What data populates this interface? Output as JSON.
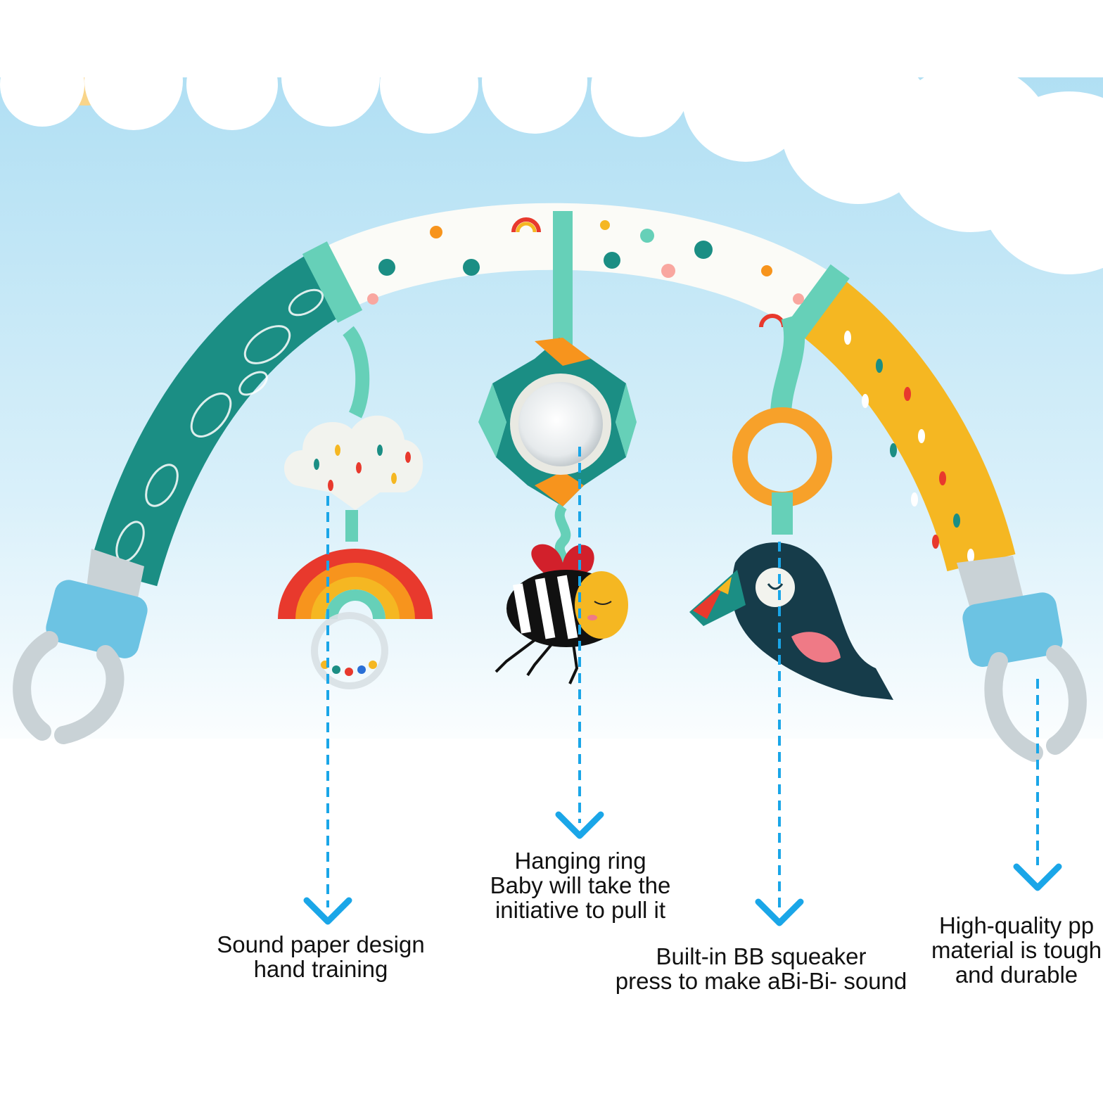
{
  "callouts": [
    {
      "id": "sound-paper",
      "lines": [
        "Sound paper design",
        "hand training"
      ]
    },
    {
      "id": "hanging-ring",
      "lines": [
        "Hanging ring",
        "Baby will take the",
        "initiative to pull it"
      ]
    },
    {
      "id": "bb-squeaker",
      "lines": [
        "Built-in BB squeaker",
        "press to make aBi-Bi- sound"
      ]
    },
    {
      "id": "pp-material",
      "lines": [
        "High-quality pp",
        "material is tough",
        "and durable"
      ]
    }
  ],
  "colors": {
    "sky_top": "#bfe6f5",
    "sky_bottom": "#ffffff",
    "cloud": "#ffffff",
    "teal": "#1b8e84",
    "mint": "#66d0b8",
    "yellow": "#f5b722",
    "orange": "#f7941d",
    "red": "#e8392d",
    "navy": "#163c4a",
    "pink": "#ef7a86",
    "clip": "#6cc3e3",
    "clip_grey": "#c9d2d6",
    "arrow": "#1aa6e8"
  },
  "toys": [
    "cloud-rattle",
    "rainbow-rattle",
    "mirror-flower",
    "bee-plush",
    "teether-ring",
    "toucan-plush"
  ]
}
